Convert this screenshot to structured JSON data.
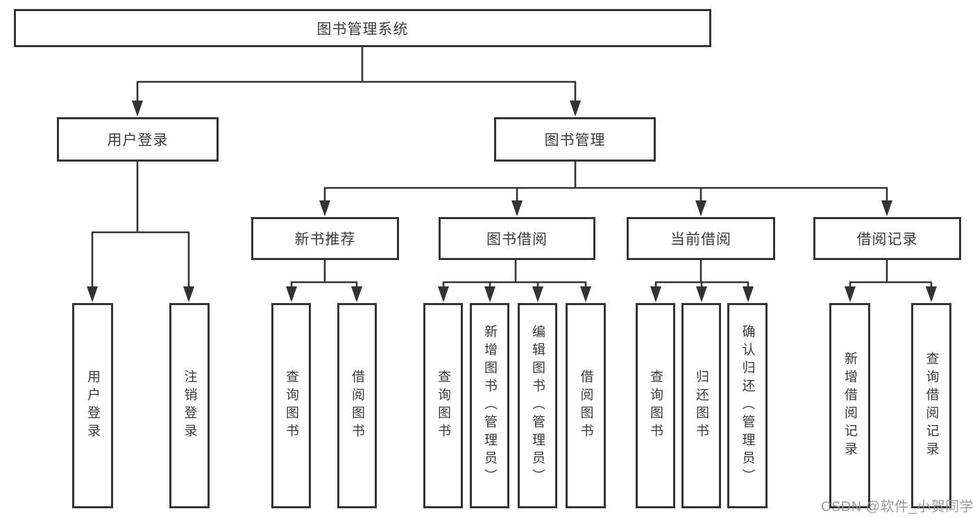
{
  "diagram": {
    "root": {
      "label": "图书管理系统"
    },
    "user_login": {
      "label": "用户登录",
      "children": [
        {
          "label": "用户登录"
        },
        {
          "label": "注销登录"
        }
      ]
    },
    "book_mgmt": {
      "label": "图书管理"
    },
    "new_books": {
      "label": "新书推荐",
      "children": [
        {
          "label": "查询图书"
        },
        {
          "label": "借阅图书"
        }
      ]
    },
    "book_borrow": {
      "label": "图书借阅",
      "children": [
        {
          "label": "查询图书"
        },
        {
          "label": "新增图书（管理员）"
        },
        {
          "label": "编辑图书（管理员）"
        },
        {
          "label": "借阅图书"
        }
      ]
    },
    "current_borrow": {
      "label": "当前借阅",
      "children": [
        {
          "label": "查询图书"
        },
        {
          "label": "归还图书"
        },
        {
          "label": "确认归还（管理员）"
        }
      ]
    },
    "borrow_records": {
      "label": "借阅记录",
      "children": [
        {
          "label": "新增借阅记录"
        },
        {
          "label": "查询借阅记录"
        }
      ]
    }
  },
  "watermark": {
    "text": "CSDN @软件_小贺同学"
  },
  "colors": {
    "line": "#333333",
    "text": "#3a3a3a",
    "watermark": "#919191",
    "background": "#ffffff"
  }
}
